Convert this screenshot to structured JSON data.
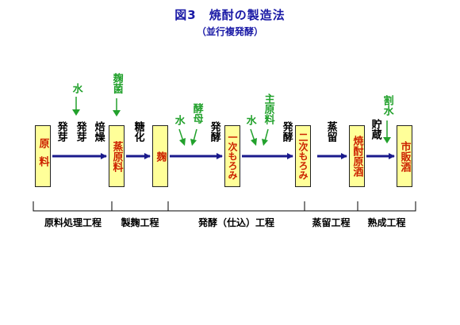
{
  "title": "図3　焼酎の製造法",
  "subtitle": "（並行複発酵）",
  "boxes": {
    "raw_material": "原料",
    "steamed_raw": "蒸原料",
    "koji": "麹",
    "primary_moromi": "一次もろみ",
    "secondary_moromi": "二次もろみ",
    "shochu_raw": "焼酎原酒",
    "commercial": "市販酒"
  },
  "steps": {
    "germ_water": "発芽",
    "germ": "発芽",
    "roast": "焙燥",
    "saccharify": "糖化",
    "ferment1": "発酵",
    "ferment2": "発酵",
    "distill": "蒸留",
    "store": "貯蔵"
  },
  "inputs": {
    "water1": "水",
    "koji_mold": "麹菌",
    "water2": "水",
    "yeast": "酵母",
    "water3": "水",
    "main_raw": "主原料",
    "dilution_water": "割水"
  },
  "stages": {
    "s1": "原料処理工程",
    "s2": "製麹工程",
    "s3": "発酵（仕込）工程",
    "s4": "蒸留工程",
    "s5": "熟成工程"
  },
  "colors": {
    "title": "#1a1aa6",
    "box_fill": "#ffff99",
    "box_text": "#cc2200",
    "arrow": "#1a1a8c",
    "input": "#22a12c"
  }
}
